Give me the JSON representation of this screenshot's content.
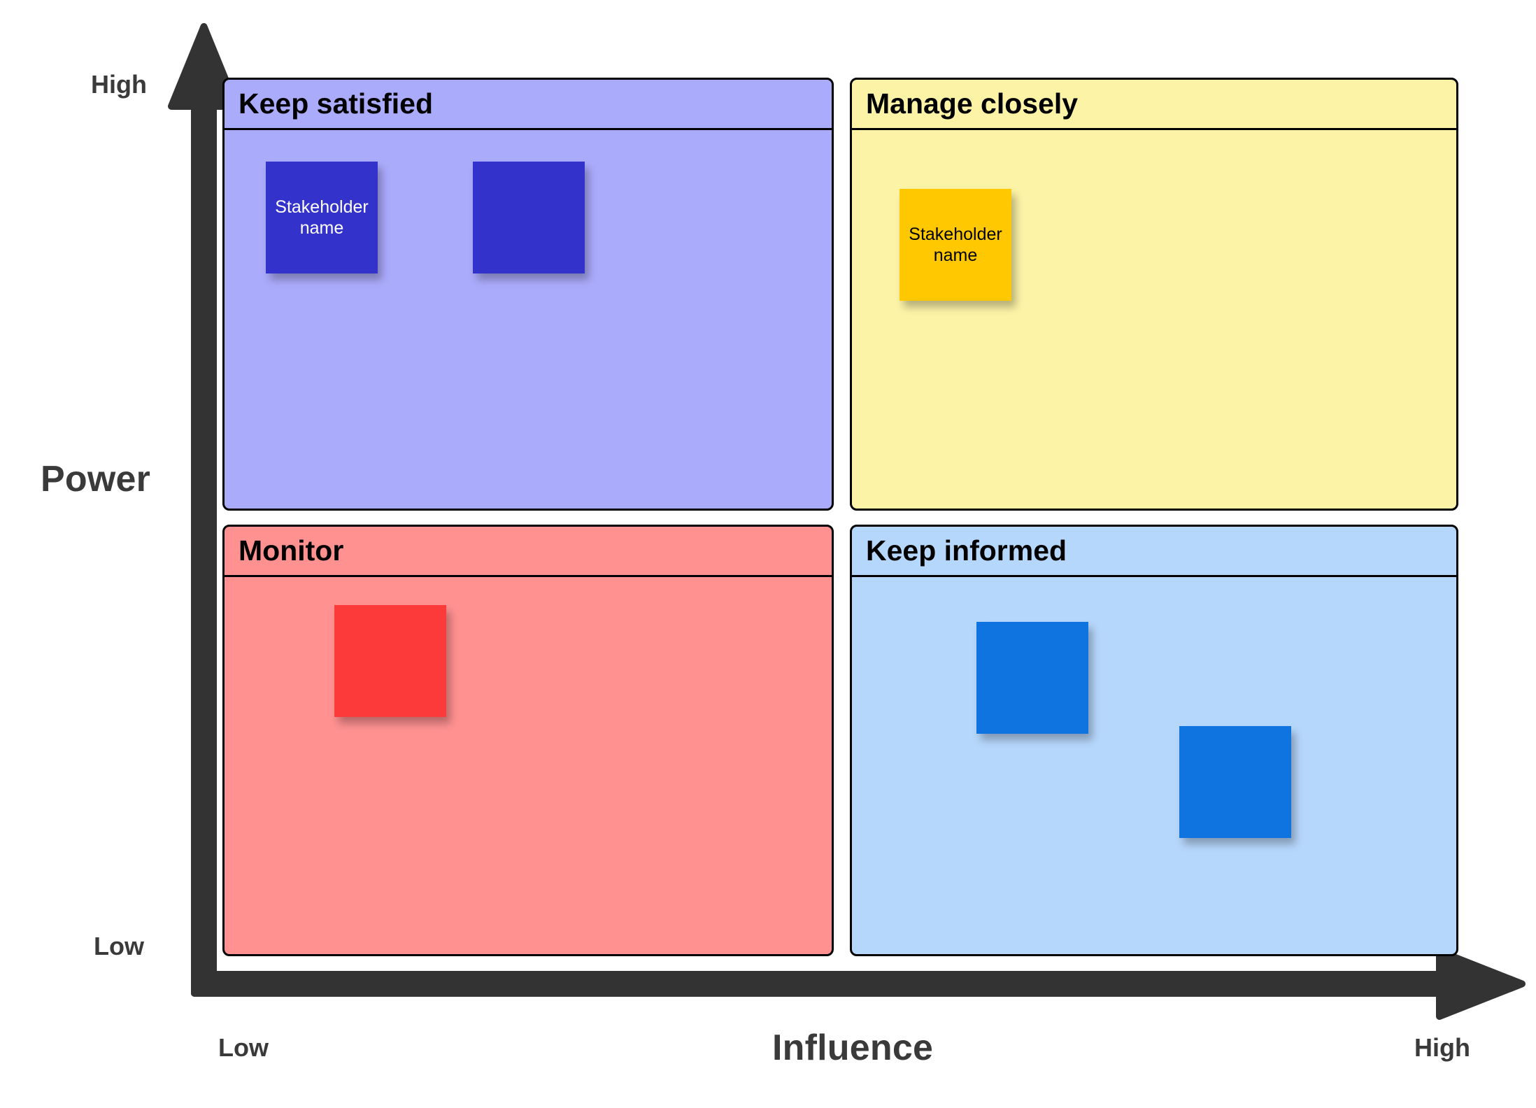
{
  "diagram": {
    "type": "power-influence-stakeholder-matrix",
    "axes": {
      "y": {
        "title": "Power",
        "high_label": "High",
        "low_label": "Low",
        "arrow_direction": "up"
      },
      "x": {
        "title": "Influence",
        "high_label": "High",
        "low_label": "Low",
        "arrow_direction": "right"
      },
      "axis_color": "#333333"
    },
    "quadrants": [
      {
        "id": "keep-satisfied",
        "title": "Keep satisfied",
        "position": "top-left",
        "power": "High",
        "influence": "Low",
        "fill_color": "#ABABFC",
        "border_color": "#000000",
        "notes": [
          {
            "text": "Stakeholder\nname",
            "color": "#3333CC",
            "text_color": "#FFFFFF"
          },
          {
            "text": "",
            "color": "#3333CC",
            "text_color": "#FFFFFF"
          }
        ]
      },
      {
        "id": "manage-closely",
        "title": "Manage closely",
        "position": "top-right",
        "power": "High",
        "influence": "High",
        "fill_color": "#FCF3A6",
        "border_color": "#000000",
        "notes": [
          {
            "text": "Stakeholder\nname",
            "color": "#FFC800",
            "text_color": "#000000"
          }
        ]
      },
      {
        "id": "monitor",
        "title": "Monitor",
        "position": "bottom-left",
        "power": "Low",
        "influence": "Low",
        "fill_color": "#FF9191",
        "border_color": "#000000",
        "notes": [
          {
            "text": "",
            "color": "#FC3A3A",
            "text_color": "#000000"
          }
        ]
      },
      {
        "id": "keep-informed",
        "title": "Keep informed",
        "position": "bottom-right",
        "power": "Low",
        "influence": "High",
        "fill_color": "#B6D7FC",
        "border_color": "#000000",
        "notes": [
          {
            "text": "",
            "color": "#0F74E0",
            "text_color": "#000000"
          },
          {
            "text": "",
            "color": "#0F74E0",
            "text_color": "#000000"
          }
        ]
      }
    ]
  }
}
